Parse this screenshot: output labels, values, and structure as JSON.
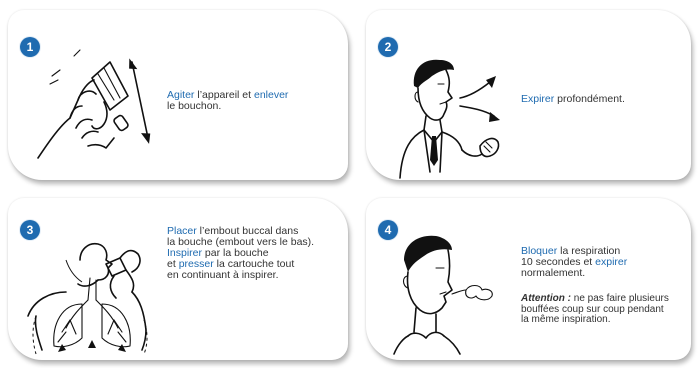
{
  "steps": [
    {
      "number": "1",
      "illustration": "shake-inhaler-hand",
      "text": [
        {
          "t": "Agiter",
          "blue": true
        },
        {
          "t": " l’appareil et ",
          "blue": false
        },
        {
          "t": "enlever",
          "blue": true
        },
        {
          "t": " le bouchon.",
          "blue": false
        }
      ]
    },
    {
      "number": "2",
      "illustration": "man-exhaling",
      "text": [
        {
          "t": "Expirer",
          "blue": true
        },
        {
          "t": " profondément.",
          "blue": false
        }
      ]
    },
    {
      "number": "3",
      "illustration": "inhale-lungs",
      "lines": [
        [
          {
            "t": "Placer",
            "blue": true
          },
          {
            "t": " l’embout buccal dans",
            "blue": false
          }
        ],
        [
          {
            "t": "la bouche (embout vers le bas).",
            "blue": false
          }
        ],
        [
          {
            "t": "Inspirer",
            "blue": true
          },
          {
            "t": " par la bouche",
            "blue": false
          }
        ],
        [
          {
            "t": "et ",
            "blue": false
          },
          {
            "t": "presser",
            "blue": true
          },
          {
            "t": " la cartouche tout",
            "blue": false
          }
        ],
        [
          {
            "t": "en continuant à inspirer.",
            "blue": false
          }
        ]
      ]
    },
    {
      "number": "4",
      "illustration": "man-exhaling-breath",
      "lines": [
        [
          {
            "t": "Bloquer",
            "blue": true
          },
          {
            "t": " la respiration",
            "blue": false
          }
        ],
        [
          {
            "t": "10 secondes et ",
            "blue": false
          },
          {
            "t": "expirer",
            "blue": true
          }
        ],
        [
          {
            "t": "normalement.",
            "blue": false
          }
        ]
      ],
      "note_label": "Attention :",
      "note_lines": [
        " ne pas faire plusieurs",
        "bouffées coup sur coup pendant",
        "la même inspiration."
      ]
    }
  ],
  "colors": {
    "accent": "#1f6bb0",
    "text": "#333333"
  }
}
